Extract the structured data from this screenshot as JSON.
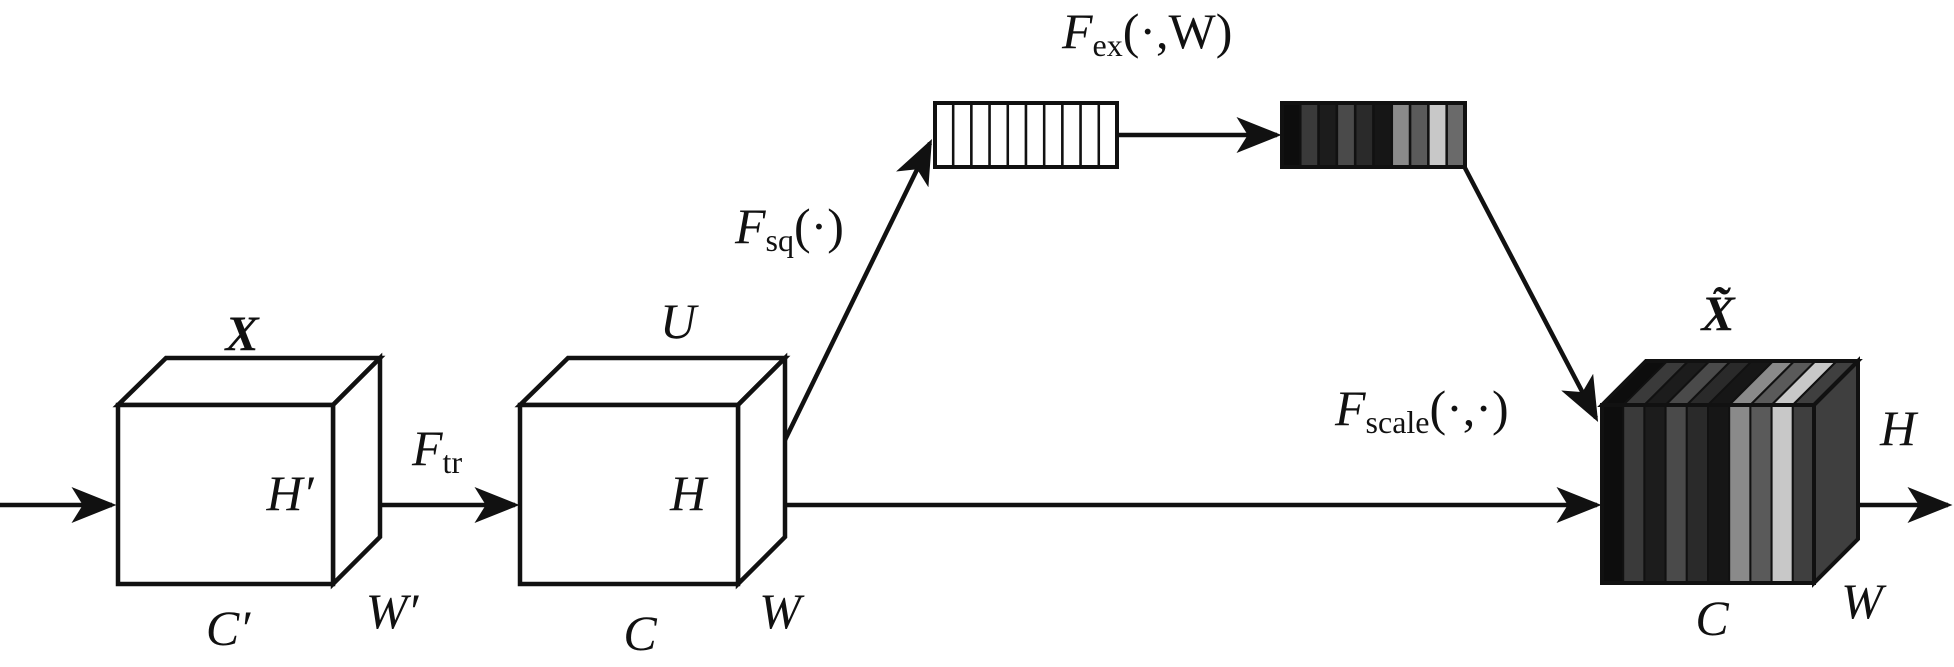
{
  "nodes": {
    "input_tensor": {
      "name": "X",
      "height_label": "H′",
      "width_label": "W′",
      "channel_label": "C′"
    },
    "transformed_tensor": {
      "name": "U",
      "height_label": "H",
      "width_label": "W",
      "channel_label": "C"
    },
    "output_tensor": {
      "name": "X̃",
      "height_label": "H",
      "width_label": "W",
      "channel_label": "C"
    }
  },
  "operations": {
    "transform": {
      "symbol": "F",
      "subscript": "tr"
    },
    "squeeze": {
      "symbol": "F",
      "subscript": "sq",
      "args": "(·)"
    },
    "excitation": {
      "symbol": "F",
      "subscript": "ex",
      "args": "(·,W)"
    },
    "scale": {
      "symbol": "F",
      "subscript": "scale",
      "args": "(·,·)"
    }
  },
  "channel_vectors": {
    "squeezed": {
      "cells": 10,
      "colors": [
        "#ffffff",
        "#ffffff",
        "#ffffff",
        "#ffffff",
        "#ffffff",
        "#ffffff",
        "#ffffff",
        "#ffffff",
        "#ffffff",
        "#ffffff"
      ]
    },
    "excited": {
      "cells": 10,
      "colors": [
        "#0d0d0d",
        "#3a3a3a",
        "#1c1c1c",
        "#4a4a4a",
        "#2a2a2a",
        "#161616",
        "#8a8a8a",
        "#5a5a5a",
        "#c8c8c8",
        "#6a6a6a"
      ]
    }
  },
  "output_channel_colors": [
    "#0d0d0d",
    "#3a3a3a",
    "#1c1c1c",
    "#4a4a4a",
    "#2a2a2a",
    "#161616",
    "#8a8a8a",
    "#5a5a5a",
    "#c8c8c8",
    "#3f3f3f"
  ],
  "colors": {
    "stroke": "#111111",
    "background": "#ffffff"
  }
}
